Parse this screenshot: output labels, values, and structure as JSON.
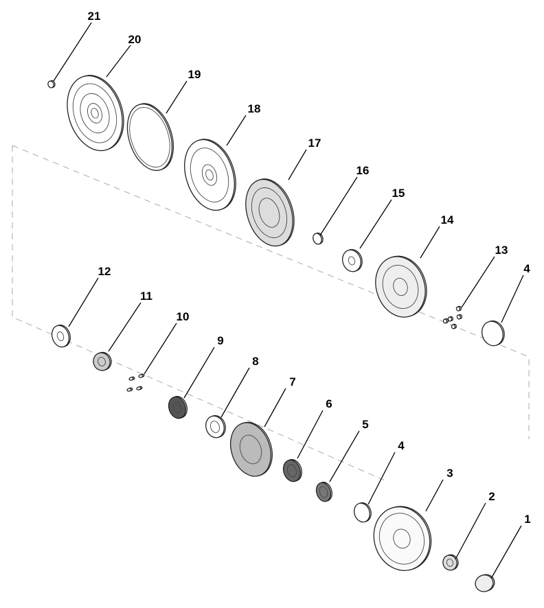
{
  "diagram": {
    "type": "exploded-parts-view",
    "callouts": [
      {
        "id": "c21",
        "label": "21"
      },
      {
        "id": "c20",
        "label": "20"
      },
      {
        "id": "c19",
        "label": "19"
      },
      {
        "id": "c18",
        "label": "18"
      },
      {
        "id": "c17",
        "label": "17"
      },
      {
        "id": "c16",
        "label": "16"
      },
      {
        "id": "c15",
        "label": "15"
      },
      {
        "id": "c14",
        "label": "14"
      },
      {
        "id": "c13",
        "label": "13"
      },
      {
        "id": "c4a",
        "label": "4"
      },
      {
        "id": "c12",
        "label": "12"
      },
      {
        "id": "c11",
        "label": "11"
      },
      {
        "id": "c10",
        "label": "10"
      },
      {
        "id": "c9",
        "label": "9"
      },
      {
        "id": "c8",
        "label": "8"
      },
      {
        "id": "c7",
        "label": "7"
      },
      {
        "id": "c6",
        "label": "6"
      },
      {
        "id": "c5",
        "label": "5"
      },
      {
        "id": "c4b",
        "label": "4"
      },
      {
        "id": "c3",
        "label": "3"
      },
      {
        "id": "c2",
        "label": "2"
      },
      {
        "id": "c1",
        "label": "1"
      }
    ]
  }
}
